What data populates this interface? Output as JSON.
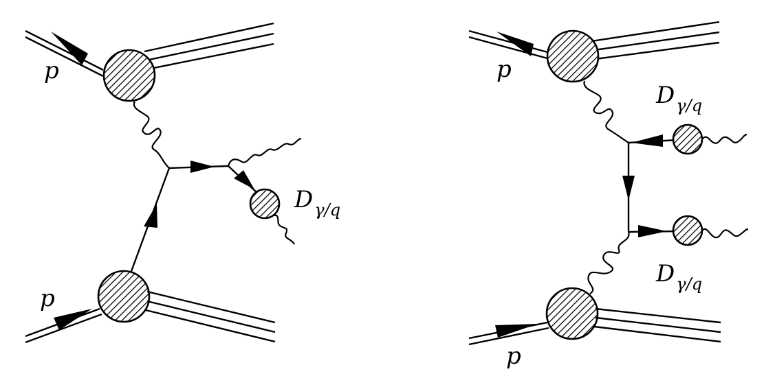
{
  "colors": {
    "ink": "#000000",
    "paper": "#ffffff"
  },
  "diagrams": [
    {
      "name": "left-diagram",
      "labels": {
        "proton_top": "p",
        "proton_bottom": "p",
        "fragmentation": {
          "main": "D",
          "sub": "γ/q"
        }
      }
    },
    {
      "name": "right-diagram",
      "labels": {
        "proton_top": "p",
        "proton_bottom": "p",
        "fragmentation_upper": {
          "main": "D",
          "sub": "γ/q"
        },
        "fragmentation_lower": {
          "main": "D",
          "sub": "γ/q"
        }
      }
    }
  ]
}
